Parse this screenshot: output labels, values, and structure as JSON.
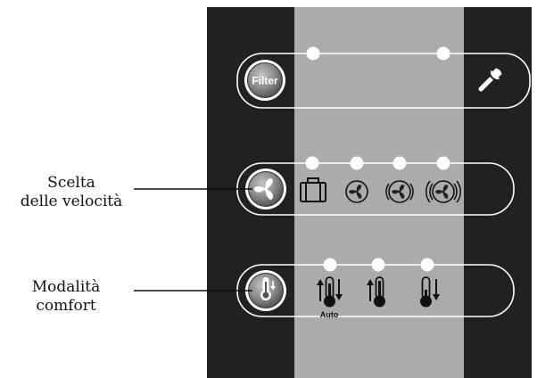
{
  "filter_button": {
    "label": "Filter",
    "icon": "filter-icon"
  },
  "service_button": {
    "icon": "wrench-icon"
  },
  "speed_row": {
    "main_icon": "fan-icon",
    "options": [
      {
        "icon": "suitcase-icon"
      },
      {
        "icon": "fan-speed-1-icon"
      },
      {
        "icon": "fan-speed-2-icon"
      },
      {
        "icon": "fan-speed-3-icon"
      }
    ]
  },
  "comfort_row": {
    "main_icon": "thermometer-icon",
    "options": [
      {
        "icon": "thermometer-auto-icon",
        "label": "Auto"
      },
      {
        "icon": "thermometer-up-icon"
      },
      {
        "icon": "thermometer-down-icon"
      }
    ]
  },
  "callouts": {
    "speed": {
      "line1": "Scelta",
      "line2": "delle velocità"
    },
    "comfort": {
      "line1": "Modalità",
      "line2": "comfort"
    }
  },
  "colors": {
    "panel_dark": "#222020",
    "panel_grey": "#ABABAB",
    "outline": "#ffffff",
    "led": "#ffffff",
    "button_face": "#8a8a8a"
  }
}
